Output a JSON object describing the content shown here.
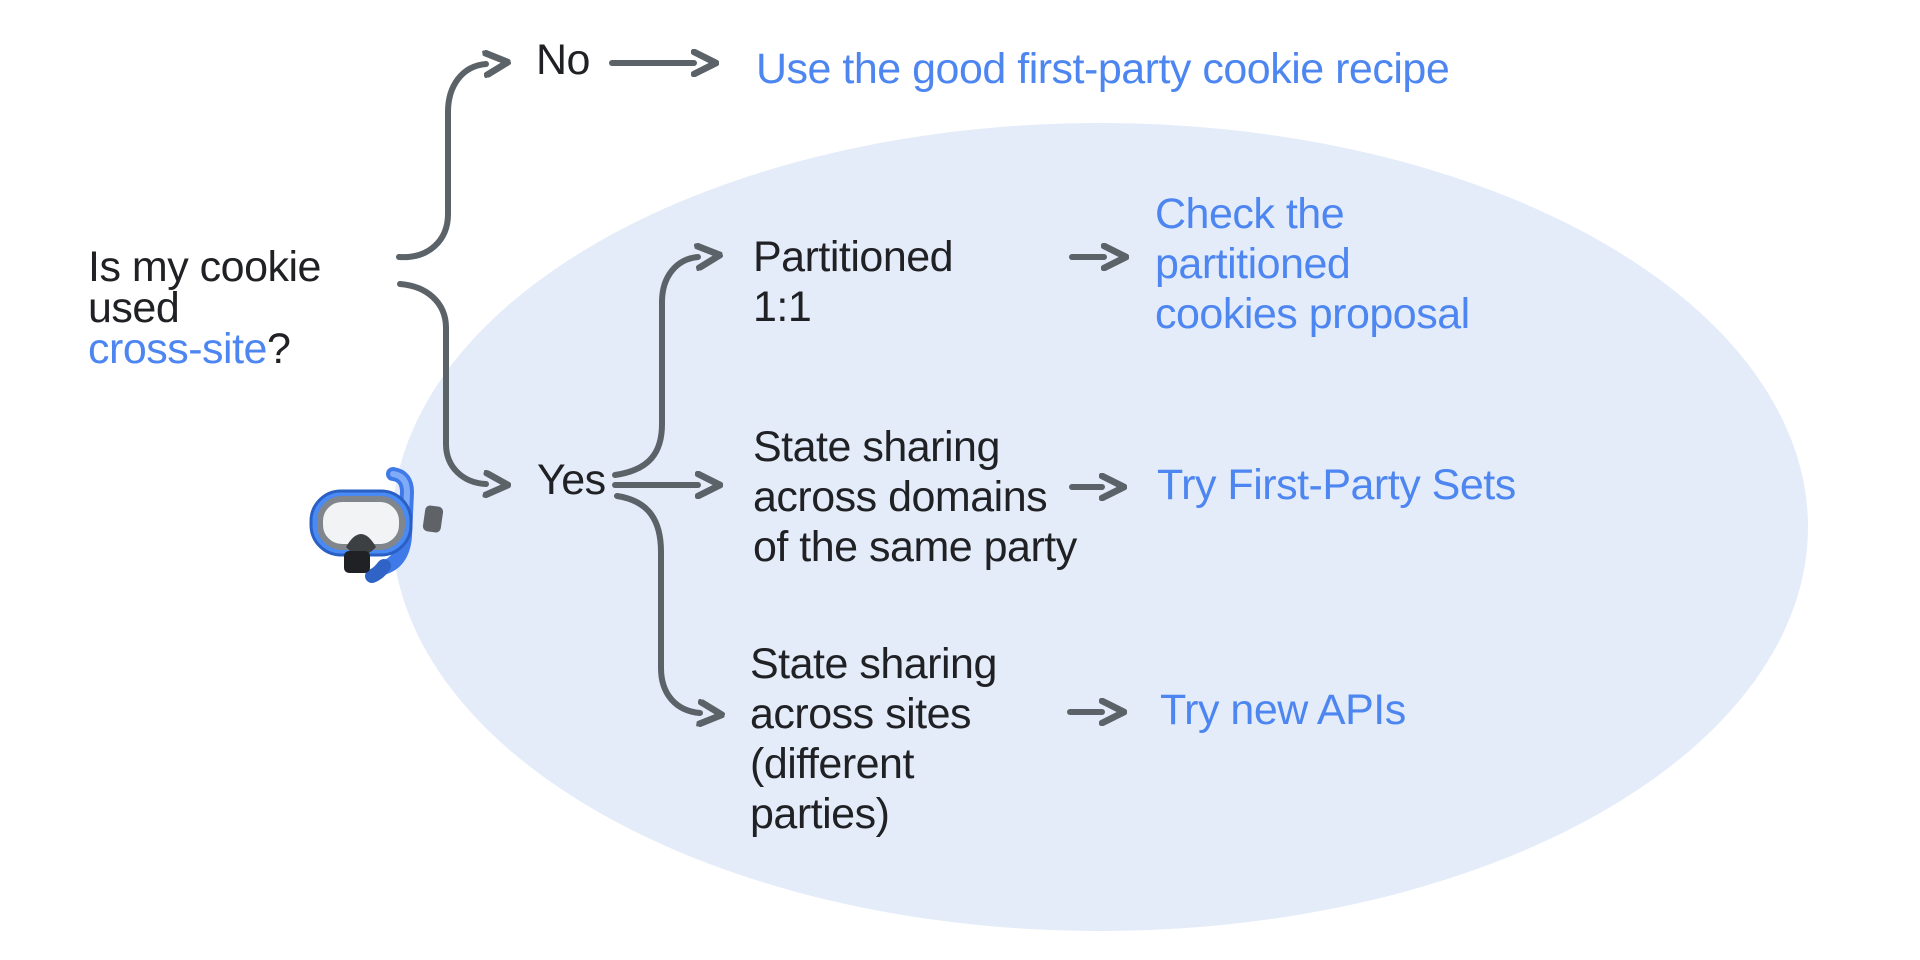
{
  "diagram": {
    "title_semantics": "cookie cross-site decision flowchart",
    "question": {
      "black_part": "Is my cookie\nused\n",
      "highlight": "cross-site",
      "suffix": "?"
    },
    "no_branch": {
      "label": "No",
      "result": "Use the good first-party cookie recipe"
    },
    "yes_branch": {
      "label": "Yes",
      "branches": [
        {
          "condition": "Partitioned\n1:1",
          "result": "Check the\npartitioned\ncookies proposal"
        },
        {
          "condition": "State sharing\nacross domains\nof the same party",
          "result": "Try First-Party Sets"
        },
        {
          "condition": "State sharing\nacross sites\n(different\nparties)",
          "result": "Try new APIs"
        }
      ]
    },
    "icons": {
      "diving_mask": "diving-mask-emoji"
    },
    "colors": {
      "link_blue": "#4d86f0",
      "text_black": "#202124",
      "arrow_gray": "#5b6268",
      "ellipse_fill": "#e4ecfa"
    }
  }
}
